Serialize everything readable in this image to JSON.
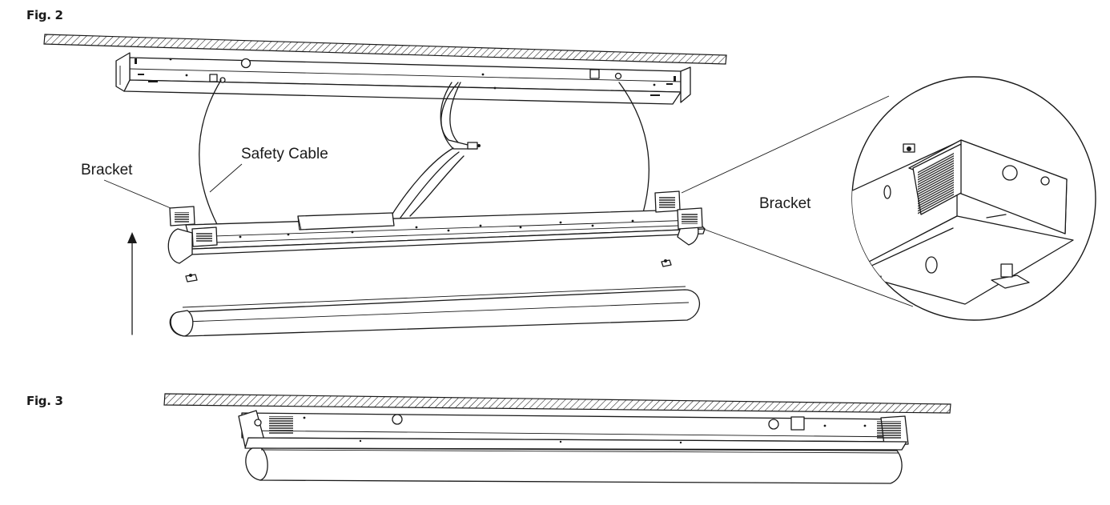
{
  "figure2": {
    "label": "Fig. 2",
    "callouts": {
      "safety_cable": "Safety Cable",
      "bracket_left": "Bracket",
      "bracket_detail": "Bracket"
    }
  },
  "figure3": {
    "label": "Fig. 3"
  }
}
